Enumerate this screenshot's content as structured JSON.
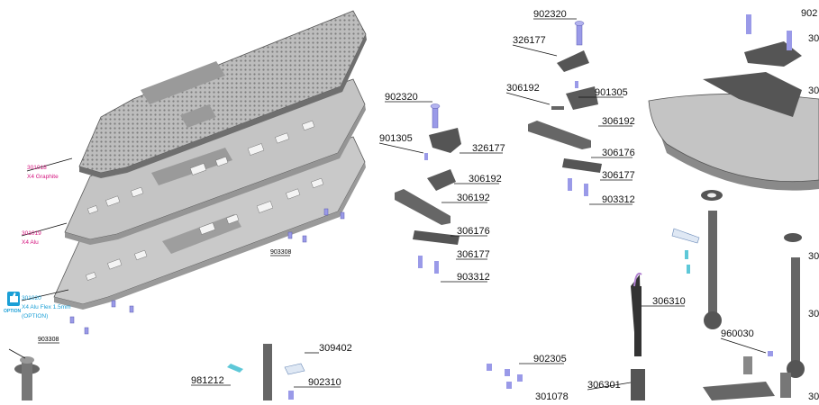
{
  "colors": {
    "plate_graphite": "#8e8e8e",
    "plate_alu": "#c4c4c4",
    "part_dark": "#555555",
    "screw": "#9a9ae8",
    "magenta": "#d4147e",
    "cyan": "#1a9fd6"
  },
  "icons": [
    "option-thumb-icon"
  ],
  "chassis": {
    "graphite": {
      "code": "301018",
      "name": "X4 Graphite"
    },
    "alu": {
      "code": "301019",
      "name": "X4 Alu"
    },
    "alu_flex": {
      "code": "301020",
      "name": "X4 Alu Flex 1.5mm",
      "tag": "(OPTION)"
    },
    "option_badge": "OPTION"
  },
  "labels": {
    "l903308a": "903308",
    "l903308b": "903308",
    "l902320a": "902320",
    "l901305a": "901305",
    "l326177a": "326177",
    "l306192a": "306192",
    "l306176a": "306176",
    "l306177a": "306177",
    "l903312a": "903312",
    "l902320b": "902320",
    "l326177b": "326177",
    "l306192b": "306192",
    "l901305b": "901305",
    "l306192c": "306192",
    "l306176b": "306176",
    "l306177b": "306177",
    "l903312b": "903312",
    "l306310": "306310",
    "l960030": "960030",
    "l306301": "306301",
    "l309402": "309402",
    "l902310": "902310",
    "l981212": "981212",
    "l902305": "902305",
    "l301078": "301078",
    "r902": "902",
    "r30a": "30",
    "r30b": "30",
    "r30c": "30",
    "r30d": "30",
    "r30e": "30"
  }
}
